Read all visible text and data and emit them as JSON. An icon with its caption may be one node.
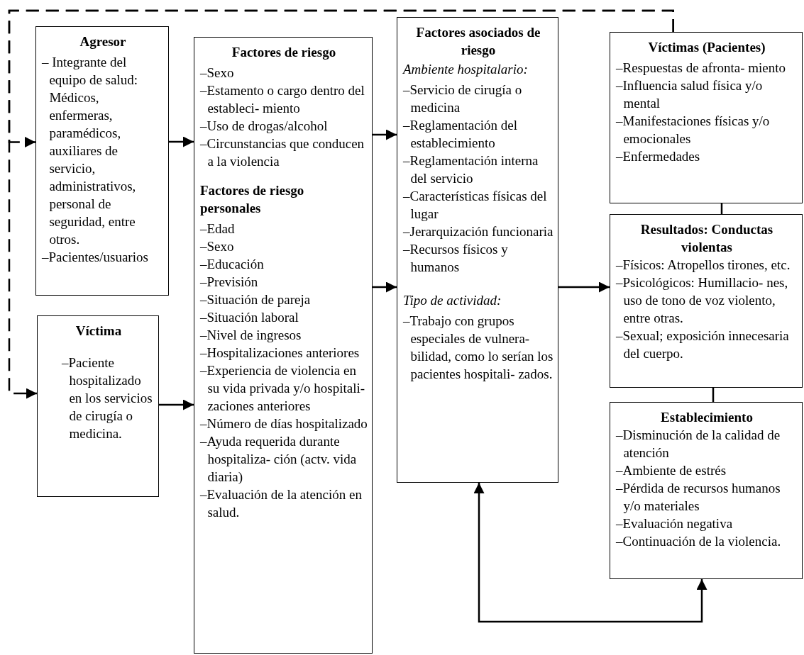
{
  "diagram": {
    "nodes": [
      {
        "text": [
          "Agresor",
          "– Integrante del equipo de salud: Médicos, enfermeras, paramédicos, auxiliares de servicio, administrativos, personal de seguridad, entre otros.",
          "–Pacientes/usuarios"
        ]
      },
      {
        "text": [
          "Víctima",
          "–Paciente hospitalizado en los servicios de cirugía o medicina."
        ]
      },
      {
        "text": [
          "Factores  de riesgo",
          "–Sexo",
          "–Estamento o cargo dentro del estableci- miento",
          "–Uso de drogas/alcohol",
          "–Circunstancias que conducen a la violencia",
          "Factores de riesgo personales",
          "–Edad",
          "–Sexo",
          "–Educación",
          "–Previsión",
          "–Situación de pareja",
          "–Situación laboral",
          "–Nivel de ingresos",
          "–Hospitalizaciones anteriores",
          "–Experiencia de violencia en su vida privada y/o hospitali- zaciones anteriores",
          "–Número de días hospitalizado",
          "–Ayuda requerida durante hospitaliza- ción (actv. vida diaria)",
          "–Evaluación de la atención en salud."
        ]
      },
      {
        "text": [
          "Factores  asociados de riesgo",
          "Ambiente hospitalario:",
          "–Servicio de cirugía o medicina",
          "–Reglamentación del establecimiento",
          "–Reglamentación interna del servicio",
          "–Características físicas del lugar",
          "–Jerarquización funcionaria",
          "–Recursos físicos y humanos",
          "Tipo de actividad:",
          "–Trabajo con grupos especiales de vulnera- bilidad, como lo serían los pacientes hospitali- zados."
        ]
      },
      {
        "text": [
          "Víctimas (Pacientes)",
          "–Respuestas de afronta- miento",
          "–Influencia salud física y/o mental",
          "–Manifestaciones físicas y/o emocionales",
          "–Enfermedades"
        ]
      },
      {
        "text": [
          "Resultados: Conductas violentas",
          "–Físicos:  Atropellos tirones, etc.",
          "–Psicológicos: Humillacio- nes, uso de tono de voz violento, entre otras.",
          "–Sexual; exposición innecesaria del cuerpo."
        ]
      },
      {
        "text": [
          "Establecimiento",
          "–Disminución de la calidad de atención",
          "–Ambiente de estrés",
          "–Pérdida de recursos humanos y/o materiales",
          "–Evaluación negativa",
          "–Continuación de la violencia."
        ]
      }
    ],
    "edges": [
      {
        "from": 4,
        "to": 0,
        "arrow": "to",
        "style": "dashed"
      },
      {
        "from": 4,
        "to": 1,
        "arrow": "to",
        "style": "dashed"
      },
      {
        "from": 0,
        "to": 2,
        "arrow": "to"
      },
      {
        "from": 1,
        "to": 2,
        "arrow": "to"
      },
      {
        "from": 2,
        "to": 3,
        "arrow": "to"
      },
      {
        "from": 2,
        "to": 3,
        "arrow": "to"
      },
      {
        "from": 3,
        "to": 5,
        "arrow": "to"
      },
      {
        "from": 4,
        "to": 5,
        "arrow": "none"
      },
      {
        "from": 5,
        "to": 6,
        "arrow": "none"
      },
      {
        "from": 6,
        "to": 3,
        "arrow": "both"
      }
    ]
  }
}
